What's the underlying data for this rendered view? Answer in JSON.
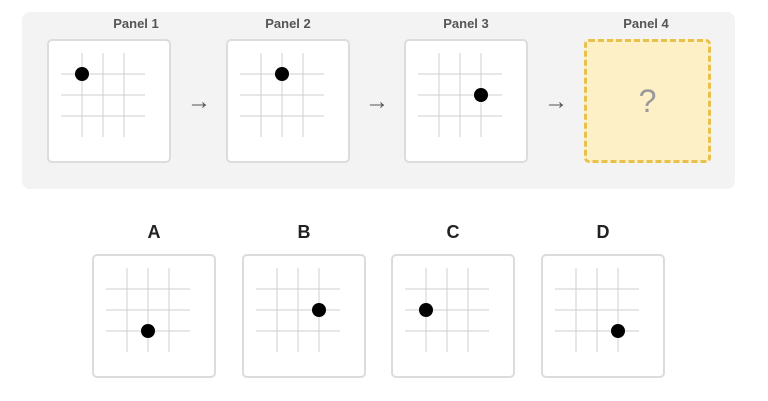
{
  "sequence": [
    {
      "label": "Panel 1",
      "dot": [
        1,
        1
      ]
    },
    {
      "label": "Panel 2",
      "dot": [
        1,
        2
      ]
    },
    {
      "label": "Panel 3",
      "dot": [
        2,
        3
      ]
    },
    {
      "label": "Panel 4",
      "unknown": "?"
    }
  ],
  "arrow_glyph": "→",
  "options": [
    {
      "label": "A",
      "dot": [
        3,
        2
      ]
    },
    {
      "label": "B",
      "dot": [
        2,
        3
      ]
    },
    {
      "label": "C",
      "dot": [
        2,
        1
      ]
    },
    {
      "label": "D",
      "dot": [
        3,
        3
      ]
    }
  ],
  "colors": {
    "dot": "#000000",
    "grid_line": "#cfcfcf",
    "card_border": "#dcdcdc",
    "unknown_fill": "#fdf0c6",
    "unknown_border": "#e8c14c",
    "sequence_background": "#f3f3f3"
  }
}
